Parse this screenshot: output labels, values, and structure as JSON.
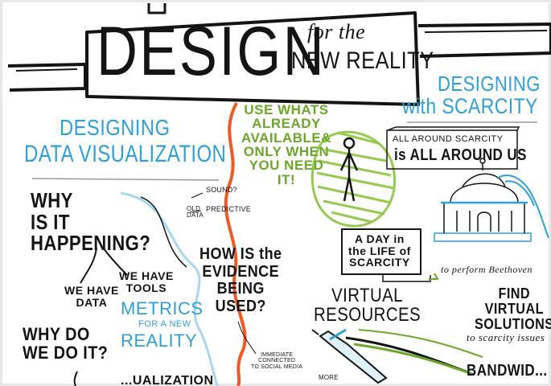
{
  "title": {
    "main": "DESIGN",
    "sub1": "for the",
    "sub2": "NEW REALITY"
  },
  "left": {
    "heading_line1": "DESIGNING",
    "heading_line2": "DATA VISUALIZATION",
    "why_happening": "WHY\nIS IT\nHAPPENING?",
    "we_have_data": "WE HAVE\nDATA",
    "we_have_tools": "WE HAVE\nTOOLS",
    "metrics_line1": "METRICS",
    "metrics_line2": "FOR A NEW",
    "metrics_line3": "REALITY",
    "why_do_it": "WHY DO\nWE DO IT?",
    "sound": "SOUND?",
    "old_data": "OLD\nDATA",
    "predictive": "PREDICTIVE",
    "evidence": "HOW IS the\nEVIDENCE\nBEING\nUSED?",
    "immediate": "IMMEDIATE\nCONNECTED\nTO SOCIAL MEDIA",
    "bottom_cut": "...UALIZATION"
  },
  "middle": {
    "use_whats": "USE WHATS\nALREADY\nAVAILABLE&\nONLY WHEN\nYOU NEED\nIT!",
    "day_in_life": "A DAY in\nthe LIFE of\nSCARCITY",
    "virtual_resources": "VIRTUAL\nRESOURCES",
    "bottom_more": "MORE"
  },
  "right": {
    "heading_line1": "DESIGNING",
    "heading_line2": "with SCARCITY",
    "all_around_1": "ALL AROUND SCARCITY",
    "all_around_2": "is ALL AROUND US",
    "beethoven": "to perform Beethoven",
    "find_virtual": "FIND\nVIRTUAL\nSOLUTIONS",
    "to_scarcity": "to scarcity issues",
    "bandwidth": "BANDWID..."
  },
  "colors": {
    "ink": "#141414",
    "blue": "#2f9fd8",
    "green": "#7bb83a",
    "orange": "#ee5a24"
  }
}
